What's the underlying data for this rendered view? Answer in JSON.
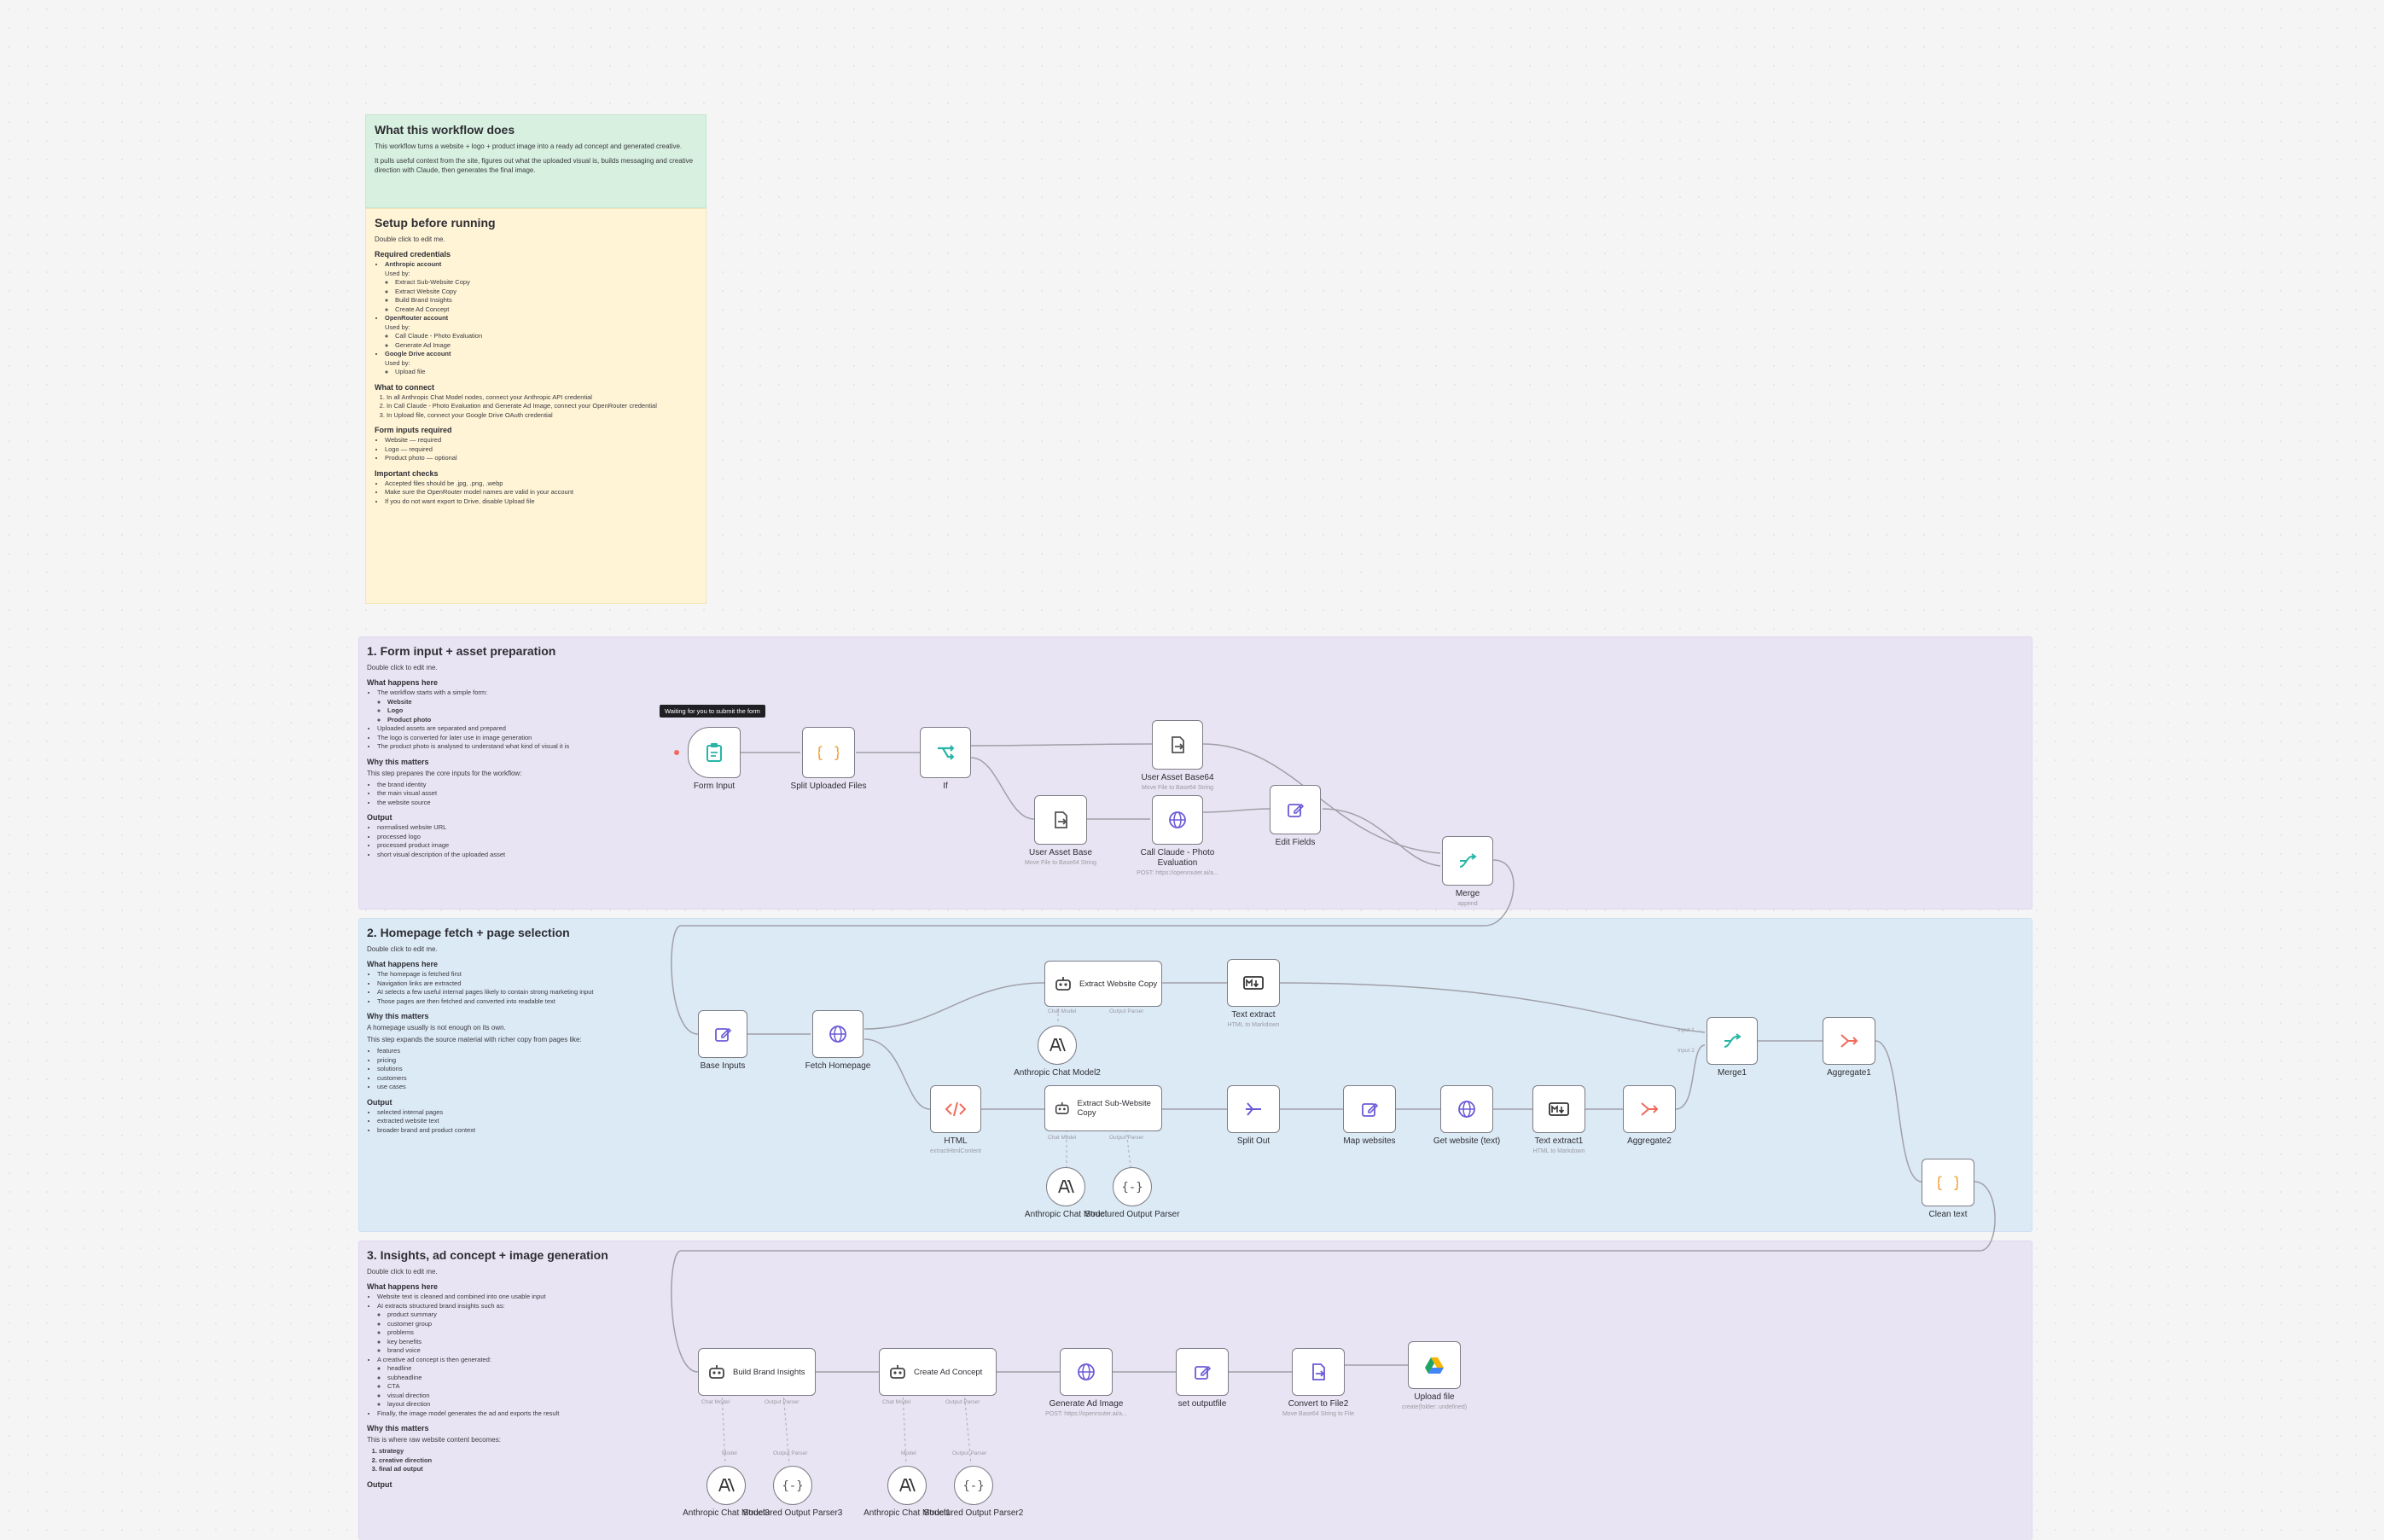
{
  "notes": {
    "overview": {
      "title": "What this workflow does",
      "p1": "This workflow turns a website + logo + product image into a ready ad concept and generated creative.",
      "p2": "It pulls useful context from the site, figures out what the uploaded visual is, builds messaging and creative direction with Claude, then generates the final image."
    },
    "setup": {
      "title": "Setup before running",
      "hint": "Double click to edit me.",
      "h_creds": "Required credentials",
      "anthropic": "Anthropic account",
      "used_by": "Used by:",
      "anthropic_items": [
        "Extract Sub-Website Copy",
        "Extract Website Copy",
        "Build Brand Insights",
        "Create Ad Concept"
      ],
      "openrouter": "OpenRouter account",
      "openrouter_items": [
        "Call Claude - Photo Evaluation",
        "Generate Ad Image"
      ],
      "gdrive": "Google Drive account",
      "gdrive_items": [
        "Upload file"
      ],
      "h_connect": "What to connect",
      "connect_items": [
        "In all Anthropic Chat Model nodes, connect your Anthropic API credential",
        "In Call Claude - Photo Evaluation and Generate Ad Image, connect your OpenRouter credential",
        "In Upload file, connect your Google Drive OAuth credential"
      ],
      "h_inputs": "Form inputs required",
      "input_items": [
        "Website — required",
        "Logo — required",
        "Product photo — optional"
      ],
      "h_checks": "Important checks",
      "check_items": [
        "Accepted files should be .jpg, .png, .webp",
        "Make sure the OpenRouter model names are valid in your account",
        "If you do not want export to Drive, disable Upload file"
      ]
    }
  },
  "sections": {
    "s1": {
      "title": "1. Form input + asset preparation",
      "hint": "Double click to edit me.",
      "h1": "What happens here",
      "l1": [
        "The workflow starts with a simple form:"
      ],
      "l1_sub": [
        "Website",
        "Logo",
        "Product photo"
      ],
      "l1b": [
        "Uploaded assets are separated and prepared",
        "The logo is converted for later use in image generation",
        "The product photo is analysed to understand what kind of visual it is"
      ],
      "h2": "Why this matters",
      "p2": "This step prepares the core inputs for the workflow:",
      "l2": [
        "the brand identity",
        "the main visual asset",
        "the website source"
      ],
      "h3": "Output",
      "l3": [
        "normalised website URL",
        "processed logo",
        "processed product image",
        "short visual description of the uploaded asset"
      ]
    },
    "s2": {
      "title": "2. Homepage fetch + page selection",
      "hint": "Double click to edit me.",
      "h1": "What happens here",
      "l1": [
        "The homepage is fetched first",
        "Navigation links are extracted",
        "AI selects a few useful internal pages likely to contain strong marketing input",
        "Those pages are then fetched and converted into readable text"
      ],
      "h2": "Why this matters",
      "p2a": "A homepage usually is not enough on its own.",
      "p2b": "This step expands the source material with richer copy from pages like:",
      "l2": [
        "features",
        "pricing",
        "solutions",
        "customers",
        "use cases"
      ],
      "h3": "Output",
      "l3": [
        "selected internal pages",
        "extracted website text",
        "broader brand and product context"
      ]
    },
    "s3": {
      "title": "3. Insights, ad concept + image generation",
      "hint": "Double click to edit me.",
      "h1": "What happens here",
      "l1": [
        "Website text is cleaned and combined into one usable input",
        "AI extracts structured brand insights such as:"
      ],
      "l1_sub": [
        "product summary",
        "customer group",
        "problems",
        "key benefits",
        "brand voice"
      ],
      "l1c": [
        "A creative ad concept is then generated:"
      ],
      "l1c_sub": [
        "headline",
        "subheadline",
        "CTA",
        "visual direction",
        "layout direction"
      ],
      "l1d": [
        "Finally, the image model generates the ad and exports the result"
      ],
      "h2": "Why this matters",
      "p2": "This is where raw website content becomes:",
      "l2": [
        "strategy",
        "creative direction",
        "final ad output"
      ],
      "h3": "Output"
    }
  },
  "tooltip": "Waiting for you to submit the form",
  "nodes": {
    "form_input": "Form Input",
    "split_uploaded": "Split Uploaded Files",
    "if": "If",
    "user_asset_base64": "User Asset Base64",
    "user_asset_base64_sub": "Move File to Base64 String",
    "user_asset_base": "User Asset Base",
    "user_asset_base_sub": "Move File to Base64 String",
    "call_claude": "Call Claude - Photo Evaluation",
    "call_claude_sub": "POST: https://openrouter.ai/a...",
    "edit_fields": "Edit Fields",
    "merge": "Merge",
    "merge_sub": "append",
    "base_inputs": "Base Inputs",
    "fetch_homepage": "Fetch Homepage",
    "extract_website_copy": "Extract Website Copy",
    "text_extract": "Text extract",
    "text_extract_sub": "HTML to Markdown",
    "anthropic_model2": "Anthropic Chat Model2",
    "html": "HTML",
    "html_sub": "extractHtmlContent",
    "extract_sub_website": "Extract Sub-Website Copy",
    "anthropic_model": "Anthropic Chat Model",
    "structured_parser": "Structured Output Parser",
    "split_out": "Split Out",
    "map_websites": "Map websites",
    "get_website_text": "Get website (text)",
    "text_extract1": "Text extract1",
    "text_extract1_sub": "HTML to Markdown",
    "aggregate2": "Aggregate2",
    "merge1": "Merge1",
    "aggregate1": "Aggregate1",
    "clean_text": "Clean text",
    "build_brand": "Build Brand Insights",
    "anthropic_model3": "Anthropic Chat Model3",
    "structured_parser3": "Structured Output Parser3",
    "create_ad": "Create Ad Concept",
    "anthropic_model1": "Anthropic Chat Model1",
    "structured_parser2": "Structured Output Parser2",
    "generate_ad": "Generate Ad Image",
    "generate_ad_sub": "POST: https://openrouter.ai/a...",
    "set_output": "set outputfile",
    "convert_file": "Convert to File2",
    "convert_file_sub": "Move Base64 String to File",
    "upload_file": "Upload file",
    "upload_file_sub": "create(folder: undefined)",
    "port_chat_model": "Chat Model",
    "port_output_parser": "Output Parser",
    "port_model": "Model",
    "port_input1": "Input 1",
    "port_input2": "Input 2"
  },
  "colors": {
    "overview_bg": "#d8f0e0",
    "setup_bg": "#fff4d6",
    "section_purple": "#e9e4f3",
    "section_blue": "#dceaf6",
    "node_border": "#7d7d86",
    "teal": "#27b5a8",
    "orange": "#f2a33a",
    "purple": "#6b5bd6",
    "coral": "#ee6b5c"
  },
  "icons": {
    "form": "clipboard-icon",
    "code": "curly-braces-icon",
    "if": "branch-icon",
    "convert": "file-arrow-icon",
    "http": "globe-icon",
    "edit": "pencil-icon",
    "merge": "merge-arrows-icon",
    "agent": "robot-icon",
    "markdown": "markdown-icon",
    "html": "html-tag-icon",
    "anthropic": "anthropic-a-icon",
    "parser": "curly-parser-icon",
    "split": "split-out-icon",
    "aggregate": "aggregate-icon",
    "drive": "google-drive-icon"
  }
}
